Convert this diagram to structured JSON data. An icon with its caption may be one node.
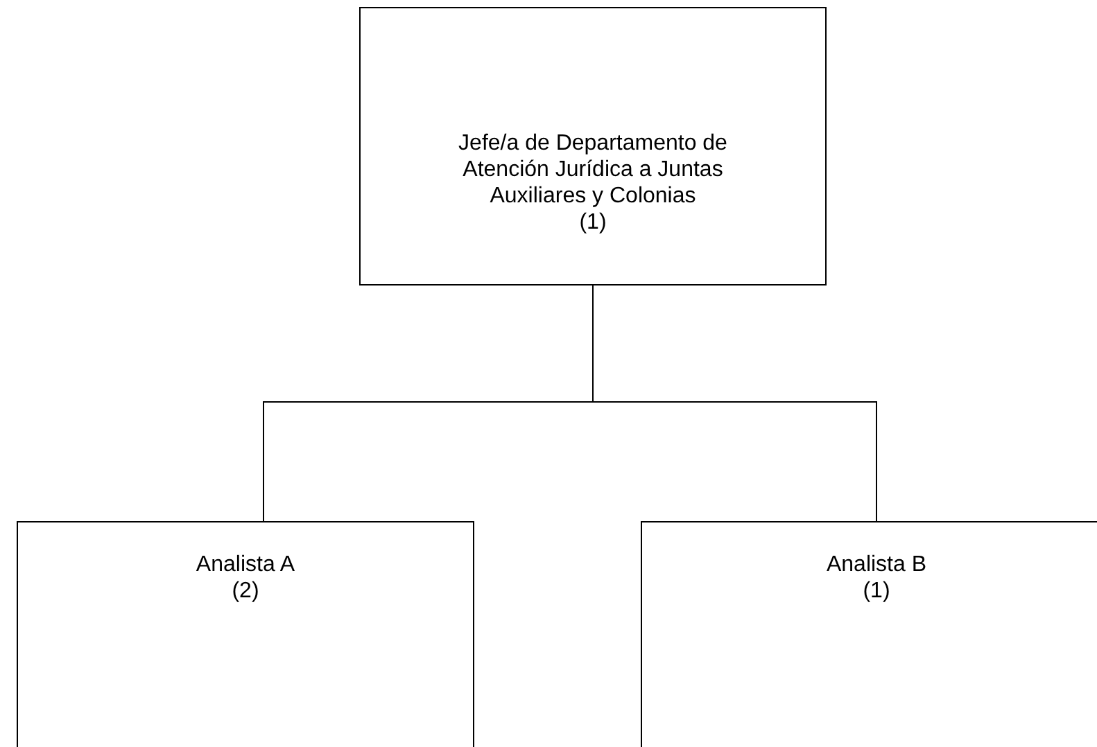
{
  "diagram": {
    "nodes": [
      {
        "text": [
          "Jefe/a de Departamento de Atención Jurídica a Juntas Auxiliares y Colonias",
          "(1)"
        ]
      },
      {
        "text": [
          "Analista A",
          "(2)"
        ]
      },
      {
        "text": [
          "Analista B",
          "(1)"
        ]
      }
    ],
    "edges": [
      {
        "from": 0,
        "to": 1,
        "arrow": "none"
      },
      {
        "from": 0,
        "to": 2,
        "arrow": "none"
      }
    ]
  }
}
